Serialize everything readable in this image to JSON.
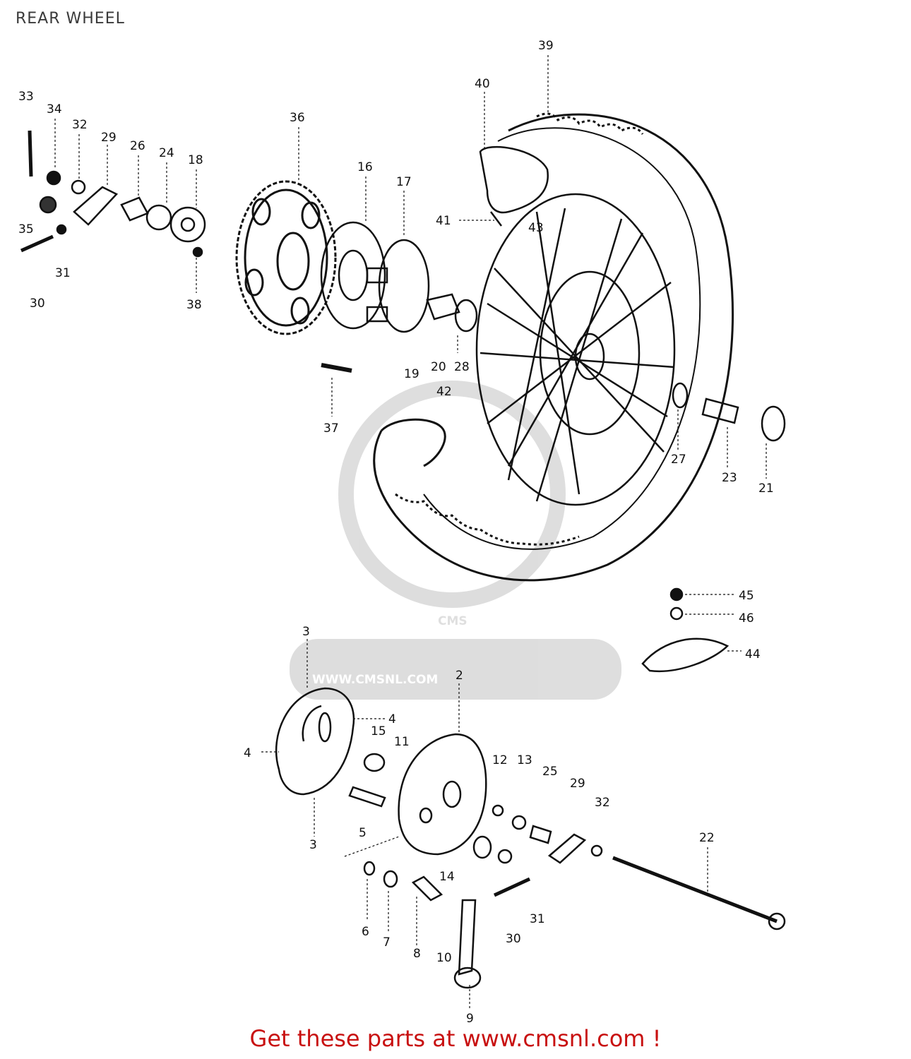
{
  "header": {
    "title": "REAR WHEEL"
  },
  "watermark": {
    "brand": "CMS",
    "url": "WWW.CMSNL.COM"
  },
  "footer": {
    "link_text": "Get these parts at www.cmsnl.com !"
  },
  "callouts": [
    {
      "id": "c33a",
      "label": "33"
    },
    {
      "id": "c34a",
      "label": "34"
    },
    {
      "id": "c32a",
      "label": "32"
    },
    {
      "id": "c29a",
      "label": "29"
    },
    {
      "id": "c26",
      "label": "26"
    },
    {
      "id": "c24",
      "label": "24"
    },
    {
      "id": "c18",
      "label": "18"
    },
    {
      "id": "c35",
      "label": "35"
    },
    {
      "id": "c31a",
      "label": "31"
    },
    {
      "id": "c30a",
      "label": "30"
    },
    {
      "id": "c38",
      "label": "38"
    },
    {
      "id": "c36",
      "label": "36"
    },
    {
      "id": "c16",
      "label": "16"
    },
    {
      "id": "c17",
      "label": "17"
    },
    {
      "id": "c40",
      "label": "40"
    },
    {
      "id": "c39",
      "label": "39"
    },
    {
      "id": "c41",
      "label": "41"
    },
    {
      "id": "c43",
      "label": "43"
    },
    {
      "id": "c19",
      "label": "19"
    },
    {
      "id": "c20",
      "label": "20"
    },
    {
      "id": "c28",
      "label": "28"
    },
    {
      "id": "c42",
      "label": "42"
    },
    {
      "id": "c37",
      "label": "37"
    },
    {
      "id": "c27",
      "label": "27"
    },
    {
      "id": "c23",
      "label": "23"
    },
    {
      "id": "c21",
      "label": "21"
    },
    {
      "id": "c45",
      "label": "45"
    },
    {
      "id": "c46",
      "label": "46"
    },
    {
      "id": "c44",
      "label": "44"
    },
    {
      "id": "c3a",
      "label": "3"
    },
    {
      "id": "c2",
      "label": "2"
    },
    {
      "id": "c4a",
      "label": "4"
    },
    {
      "id": "c15",
      "label": "15"
    },
    {
      "id": "c11",
      "label": "11"
    },
    {
      "id": "c4b",
      "label": "4"
    },
    {
      "id": "c12",
      "label": "12"
    },
    {
      "id": "c13",
      "label": "13"
    },
    {
      "id": "c25",
      "label": "25"
    },
    {
      "id": "c29b",
      "label": "29"
    },
    {
      "id": "c32b",
      "label": "32"
    },
    {
      "id": "c3b",
      "label": "3"
    },
    {
      "id": "c5",
      "label": "5"
    },
    {
      "id": "c22",
      "label": "22"
    },
    {
      "id": "c14",
      "label": "14"
    },
    {
      "id": "c6",
      "label": "6"
    },
    {
      "id": "c7",
      "label": "7"
    },
    {
      "id": "c8",
      "label": "8"
    },
    {
      "id": "c10",
      "label": "10"
    },
    {
      "id": "c31b",
      "label": "31"
    },
    {
      "id": "c30b",
      "label": "30"
    },
    {
      "id": "c9",
      "label": "9"
    }
  ]
}
